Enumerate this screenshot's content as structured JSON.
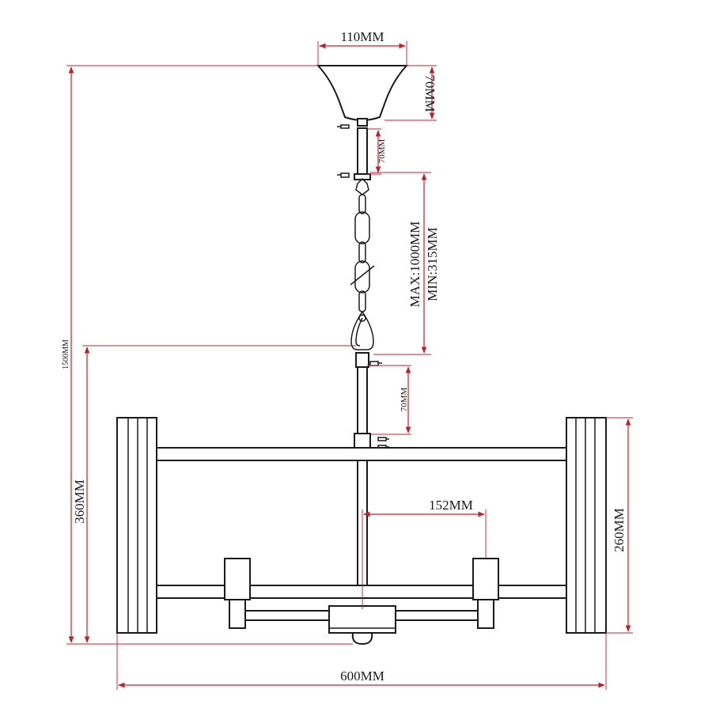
{
  "dimensions": {
    "canopy_width": "110MM",
    "canopy_height": "70MM",
    "top_rod": "70MM",
    "chain_max": "MAX:1000MM",
    "chain_min": "MIN:315MM",
    "lower_rod": "70MM",
    "total_height": "1500MM",
    "body_height": "360MM",
    "shade_height": "260MM",
    "arm_spacing": "152MM",
    "total_width": "600MM"
  },
  "colors": {
    "dimension_line": "#c0202c",
    "outline": "#1a1a1a"
  }
}
